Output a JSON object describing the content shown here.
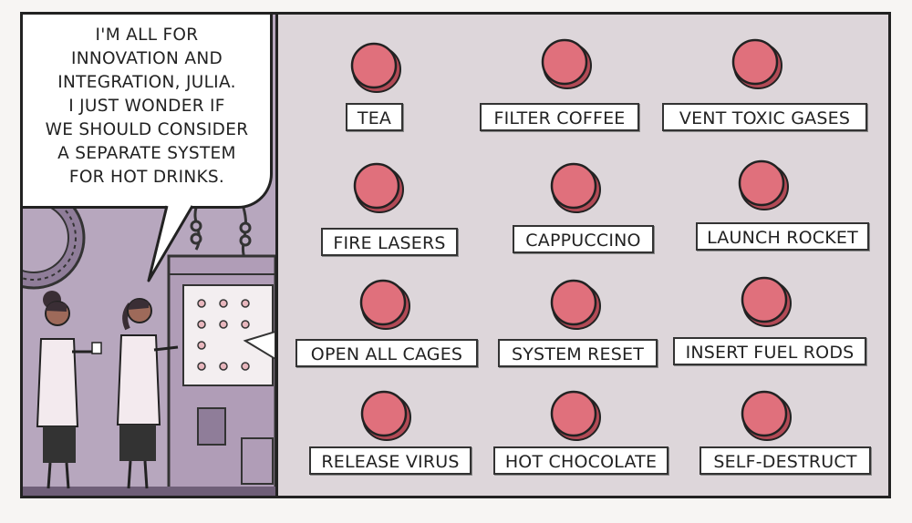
{
  "speech": {
    "text": "I'M ALL FOR\nINNOVATION AND\nINTEGRATION, JULIA.\nI JUST WONDER IF\nWE SHOULD CONSIDER\nA SEPARATE SYSTEM\nFOR HOT DRINKS."
  },
  "panel": {
    "buttons": [
      {
        "label": "TEA"
      },
      {
        "label": "FILTER COFFEE"
      },
      {
        "label": "VENT TOXIC GASES"
      },
      {
        "label": "FIRE LASERS"
      },
      {
        "label": "CAPPUCCINO"
      },
      {
        "label": "LAUNCH ROCKET"
      },
      {
        "label": "OPEN ALL CAGES"
      },
      {
        "label": "SYSTEM RESET"
      },
      {
        "label": "INSERT FUEL RODS"
      },
      {
        "label": "RELEASE VIRUS"
      },
      {
        "label": "HOT CHOCOLATE"
      },
      {
        "label": "SELF-DESTRUCT"
      }
    ]
  },
  "colors": {
    "button_face": "#e0707c",
    "button_rim": "#b24a56",
    "panel_background": "#ddd6da",
    "scene_background": "#b7a7be"
  }
}
